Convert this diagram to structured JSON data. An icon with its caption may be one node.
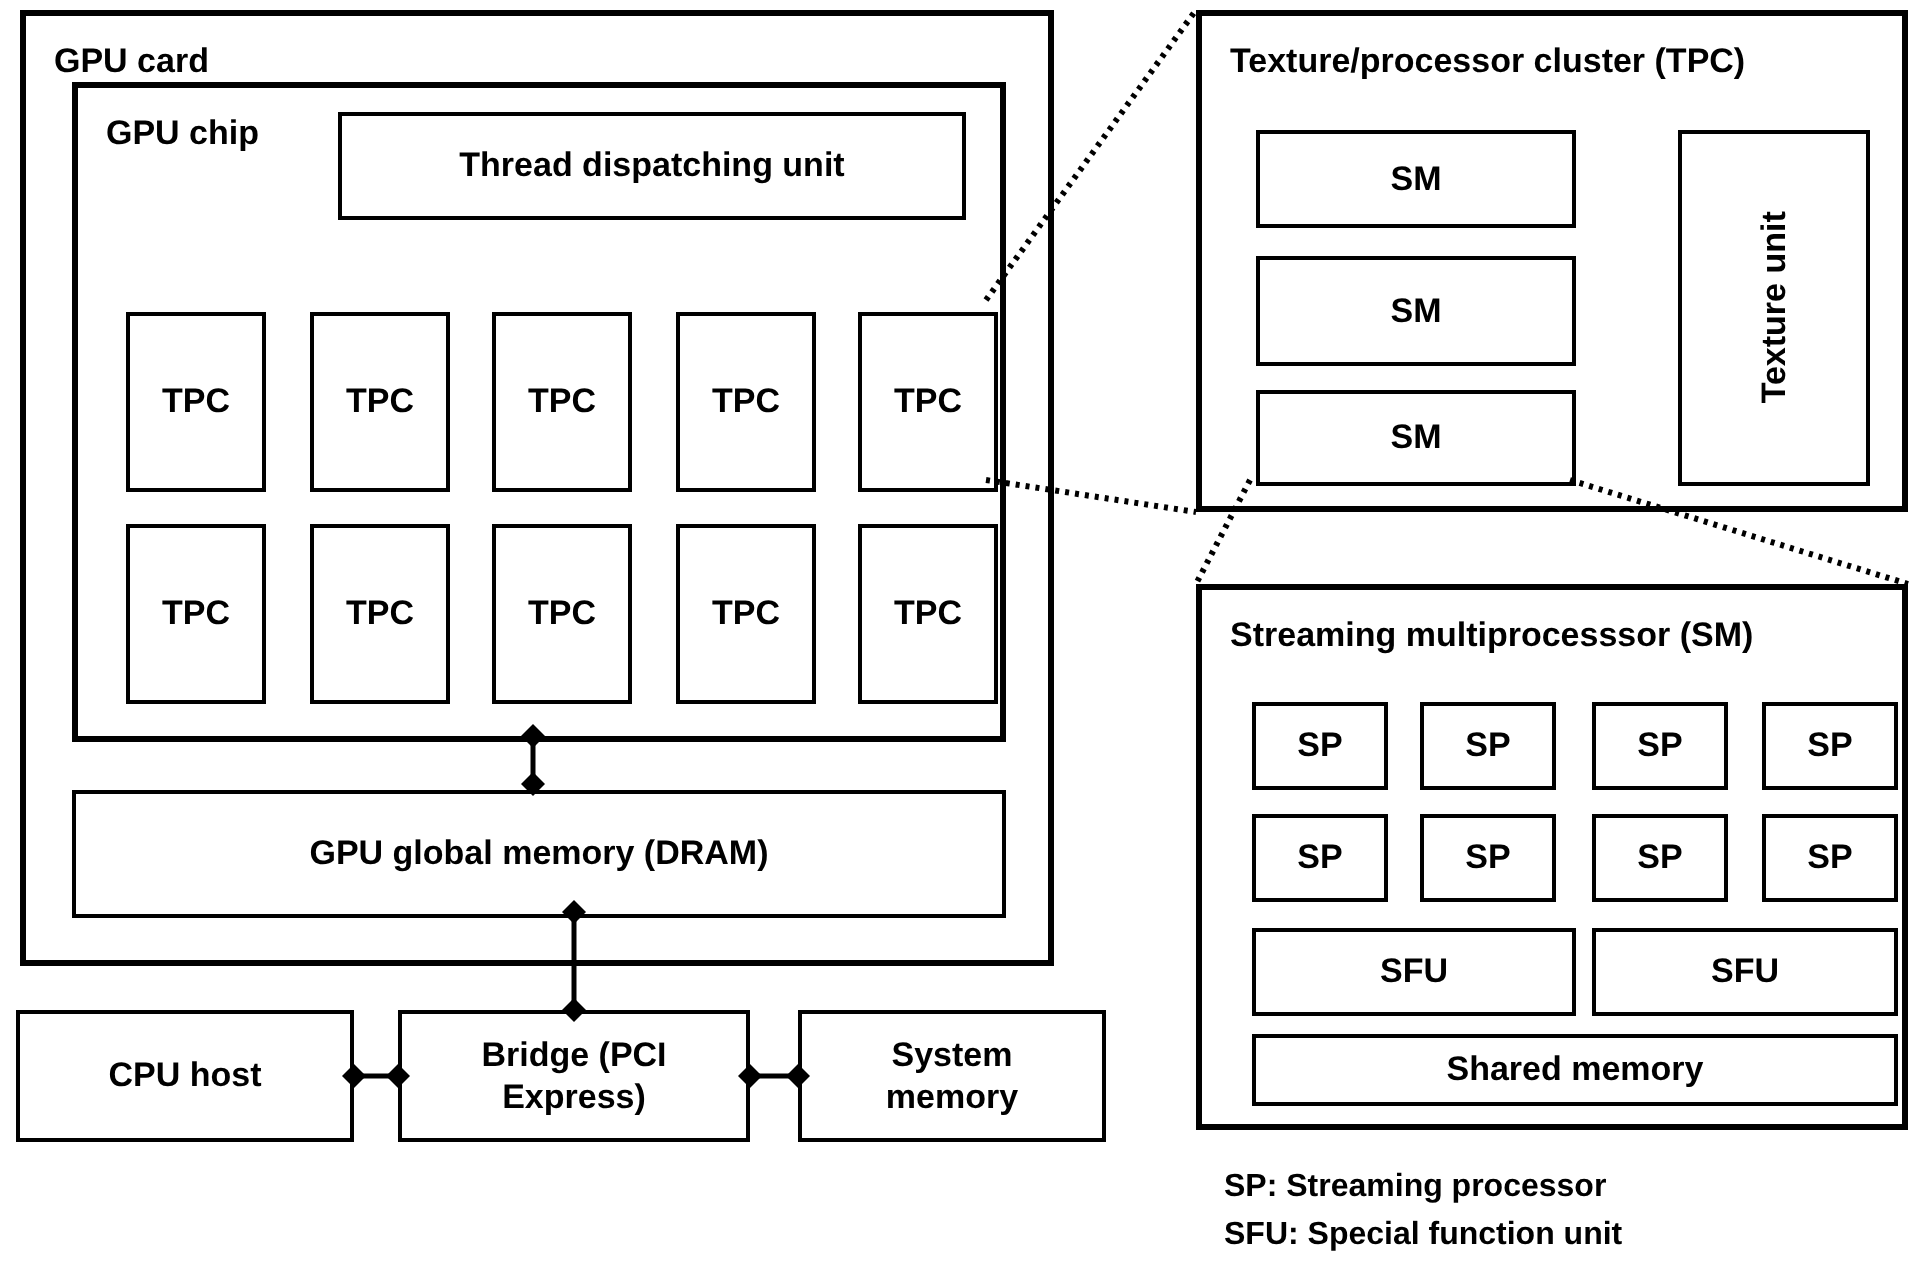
{
  "diagram": {
    "nodes": [
      {
        "text": [
          "GPU card"
        ]
      },
      {
        "text": [
          "GPU chip"
        ],
        "in": 0
      },
      {
        "text": [
          "Thread dispatching unit"
        ],
        "in": 1
      },
      {
        "text": [
          "TPC"
        ],
        "in": 1
      },
      {
        "text": [
          "TPC"
        ],
        "in": 1
      },
      {
        "text": [
          "TPC"
        ],
        "in": 1
      },
      {
        "text": [
          "TPC"
        ],
        "in": 1
      },
      {
        "text": [
          "TPC"
        ],
        "in": 1
      },
      {
        "text": [
          "TPC"
        ],
        "in": 1
      },
      {
        "text": [
          "TPC"
        ],
        "in": 1
      },
      {
        "text": [
          "TPC"
        ],
        "in": 1
      },
      {
        "text": [
          "TPC"
        ],
        "in": 1
      },
      {
        "text": [
          "TPC"
        ],
        "in": 1
      },
      {
        "text": [
          "GPU global memory (DRAM)"
        ],
        "in": 0
      },
      {
        "text": [
          "CPU host"
        ]
      },
      {
        "text": [
          "Bridge (PCI Express)"
        ]
      },
      {
        "text": [
          "System memory"
        ]
      },
      {
        "text": [
          "Texture/processor cluster (TPC)"
        ]
      },
      {
        "text": [
          "SM"
        ],
        "in": 17
      },
      {
        "text": [
          "SM"
        ],
        "in": 17
      },
      {
        "text": [
          "SM"
        ],
        "in": 17
      },
      {
        "text": [
          "Texture unit"
        ],
        "in": 17
      },
      {
        "text": [
          "Streaming multiprocesssor (SM)"
        ]
      },
      {
        "text": [
          "SP"
        ],
        "in": 22
      },
      {
        "text": [
          "SP"
        ],
        "in": 22
      },
      {
        "text": [
          "SP"
        ],
        "in": 22
      },
      {
        "text": [
          "SP"
        ],
        "in": 22
      },
      {
        "text": [
          "SP"
        ],
        "in": 22
      },
      {
        "text": [
          "SP"
        ],
        "in": 22
      },
      {
        "text": [
          "SP"
        ],
        "in": 22
      },
      {
        "text": [
          "SP"
        ],
        "in": 22
      },
      {
        "text": [
          "SFU"
        ],
        "in": 22
      },
      {
        "text": [
          "SFU"
        ],
        "in": 22
      },
      {
        "text": [
          "Shared memory"
        ],
        "in": 22
      }
    ],
    "edges": [
      {
        "from": 1,
        "to": 13,
        "arrow": "other"
      },
      {
        "from": 13,
        "to": 15,
        "arrow": "other"
      },
      {
        "from": 14,
        "to": 15,
        "arrow": "other"
      },
      {
        "from": 15,
        "to": 16,
        "arrow": "other"
      },
      {
        "from": 7,
        "to": 17,
        "arrow": "none",
        "style": "dashed"
      },
      {
        "from": 7,
        "to": 17,
        "arrow": "none",
        "style": "dashed"
      },
      {
        "from": 20,
        "to": 22,
        "arrow": "none",
        "style": "dashed"
      },
      {
        "from": 20,
        "to": 22,
        "arrow": "none",
        "style": "dashed"
      }
    ],
    "labels": [
      "SP: Streaming processor",
      "SFU: Special function unit"
    ]
  }
}
